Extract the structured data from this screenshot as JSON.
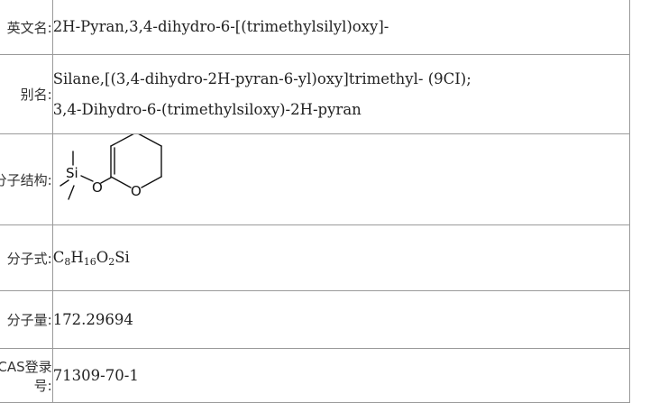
{
  "rows": {
    "english_name": {
      "label": "英文名:",
      "value": "2H-Pyran,3,4-dihydro-6-[(trimethylsilyl)oxy]-"
    },
    "aliases": {
      "label": "别名:",
      "values": [
        "Silane,[(3,4-dihydro-2H-pyran-6-yl)oxy]trimethyl- (9CI);",
        "3,4-Dihydro-6-(trimethylsiloxy)-2H-pyran"
      ]
    },
    "structure": {
      "label": "分子结构:",
      "atom_si": "Si",
      "atom_o_ether": "O",
      "atom_o_ring": "O"
    },
    "formula": {
      "label": "分子式:",
      "c": "C",
      "c_n": "8",
      "h": "H",
      "h_n": "16",
      "o": "O",
      "o_n": "2",
      "si": "Si"
    },
    "weight": {
      "label": "分子量:",
      "value": "172.29694"
    },
    "cas": {
      "label": "CAS登录号:",
      "value": "71309-70-1"
    }
  }
}
